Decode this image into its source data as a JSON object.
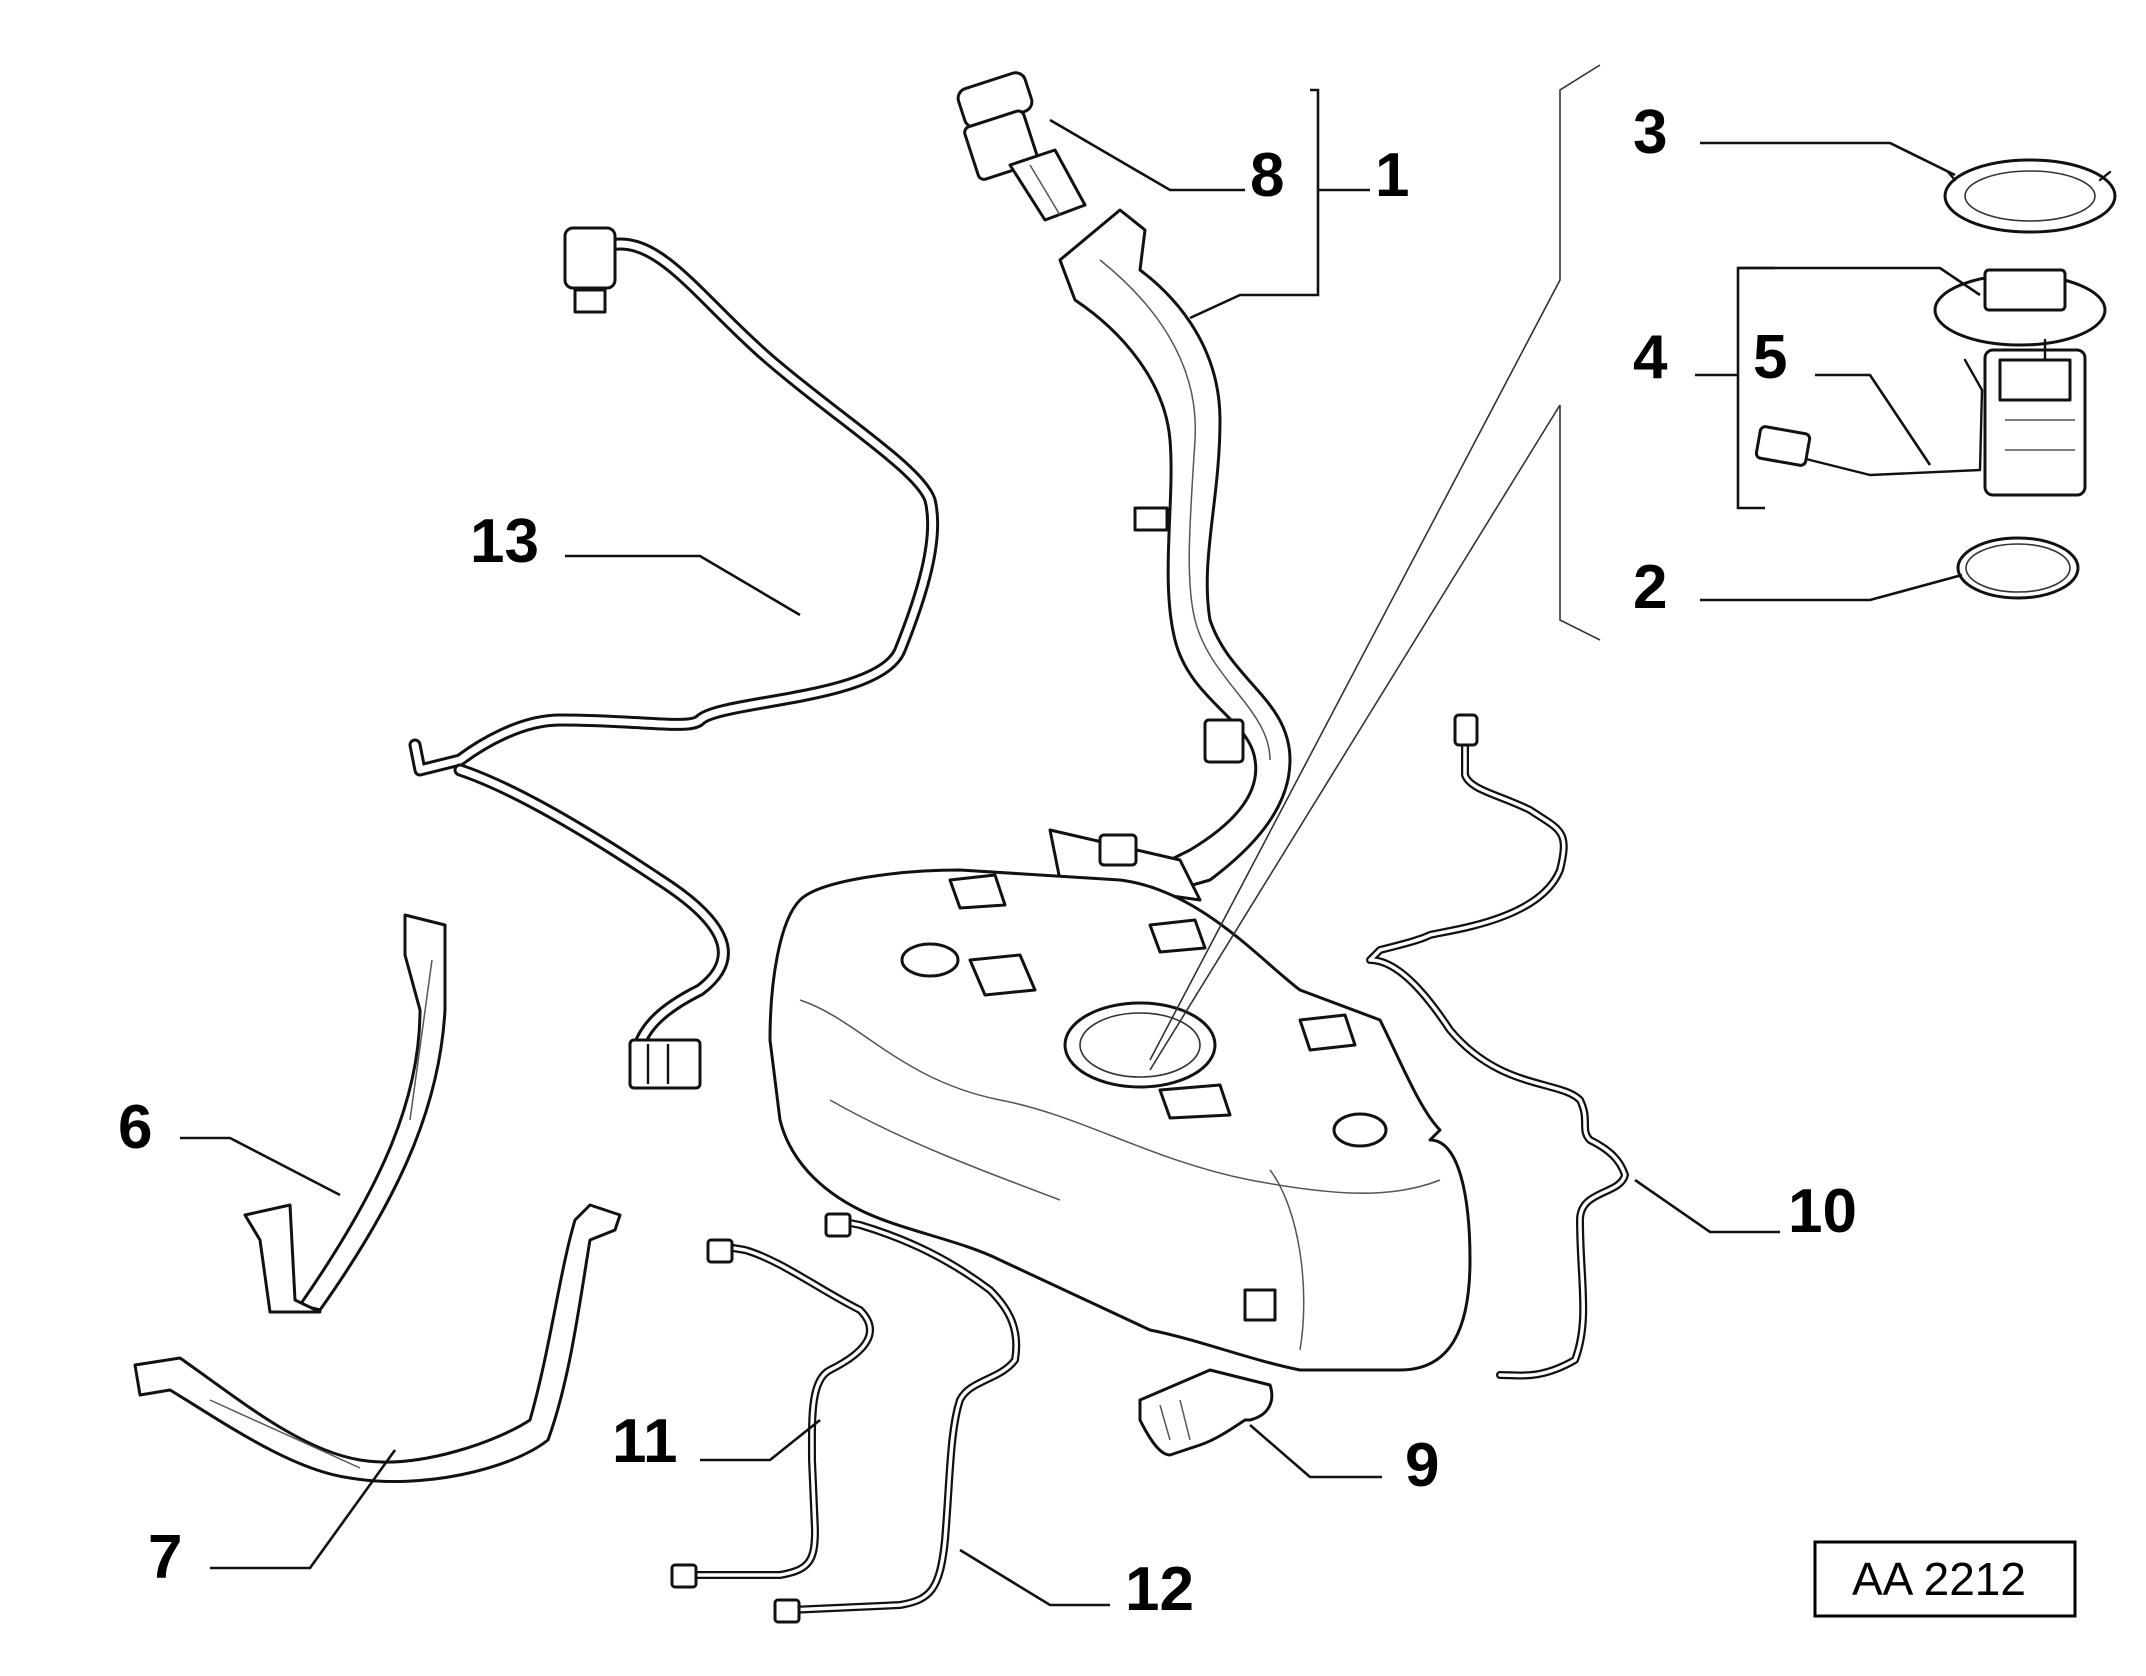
{
  "callouts": {
    "c1": "1",
    "c2": "2",
    "c3": "3",
    "c4": "4",
    "c5": "5",
    "c6": "6",
    "c7": "7",
    "c8": "8",
    "c9": "9",
    "c10": "10",
    "c11": "11",
    "c12": "12",
    "c13": "13"
  },
  "reference_code": "AA 2212"
}
